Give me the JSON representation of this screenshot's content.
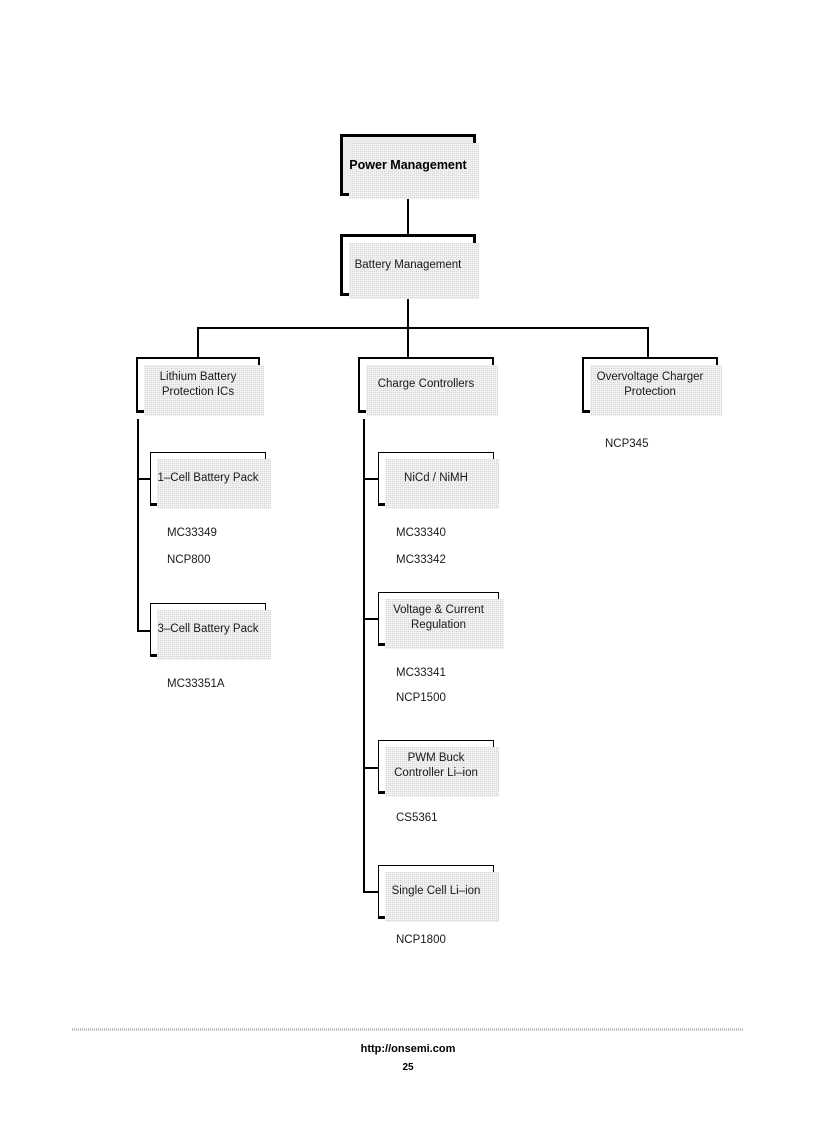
{
  "document": {
    "footer_url": "http://onsemi.com",
    "page_number": "25"
  },
  "diagram_data": {
    "type": "tree-diagram",
    "title": "Power Management",
    "root": {
      "label": "Power Management"
    },
    "tier1": {
      "label": "Battery Management"
    },
    "branches": [
      {
        "label": "Lithium Battery\nProtection ICs",
        "parts": [],
        "children": [
          {
            "label": "1–Cell Battery Pack",
            "parts": [
              "MC33349",
              "NCP800"
            ]
          },
          {
            "label": "3–Cell Battery Pack",
            "parts": [
              "MC33351A"
            ]
          }
        ]
      },
      {
        "label": "Charge Controllers",
        "parts": [],
        "children": [
          {
            "label": "NiCd / NiMH",
            "parts": [
              "MC33340",
              "MC33342"
            ]
          },
          {
            "label": "Voltage & Current\nRegulation",
            "parts": [
              "MC33341",
              "NCP1500"
            ]
          },
          {
            "label": "PWM  Buck\nController Li–ion",
            "parts": [
              "CS5361"
            ]
          },
          {
            "label": "Single Cell Li–ion",
            "parts": [
              "NCP1800"
            ]
          }
        ]
      },
      {
        "label": "Overvoltage Charger\nProtection",
        "parts": [
          "NCP345"
        ],
        "children": []
      }
    ],
    "colors": {
      "root_fill": "#ebebeb",
      "box_fill": "#ffffff",
      "line": "#000000",
      "shadow": "#d8d8d8",
      "text": "#1a1a1a"
    }
  }
}
